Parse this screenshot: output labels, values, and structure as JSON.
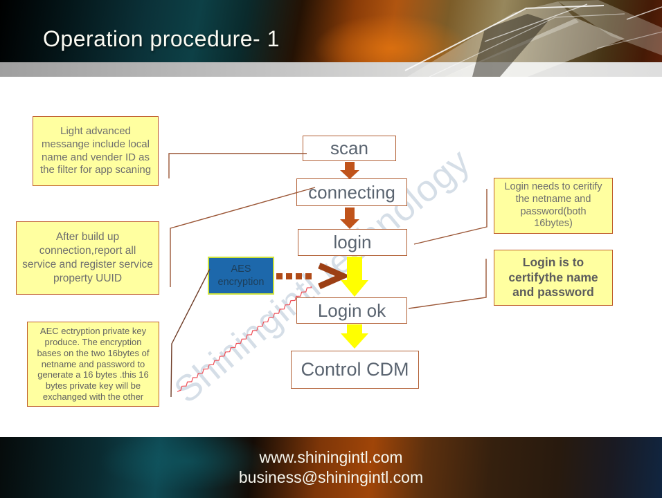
{
  "slide": {
    "title": "Operation procedure- 1",
    "watermark": "Shiningintl technology",
    "footer": {
      "website": "www.shiningintl.com",
      "email": "business@shiningintl.com"
    }
  },
  "flowchart": {
    "nodes": [
      {
        "id": "scan",
        "label": "scan"
      },
      {
        "id": "connecting",
        "label": "connecting"
      },
      {
        "id": "login",
        "label": "login"
      },
      {
        "id": "login_ok",
        "label": "Login ok"
      },
      {
        "id": "control_cdm",
        "label": "Control CDM"
      }
    ],
    "aes_box": {
      "label": "AES encryption"
    }
  },
  "callouts": {
    "left": [
      {
        "text": "Light advanced messange include local name and vender ID as the filter for app scaning"
      },
      {
        "text": "After build up connection,report  all service and register service property UUID"
      },
      {
        "text": "AEC ectryption private  key produce. The  encryption bases on the two  16bytes of netname  and  password to generate  a 16 bytes .this 16 bytes private  key will be exchanged with the other"
      }
    ],
    "right": [
      {
        "text": "Login needs to ceritify the netname and password(both 16bytes)"
      },
      {
        "text": "Login is to certifythe name and password"
      }
    ]
  },
  "colors": {
    "node_border": "#b05c30",
    "node_text": "#5a6470",
    "callout_fill": "#ffffa0",
    "callout_border": "#bf5b28",
    "aes_fill": "#1d68ab",
    "aes_border": "#cde23c",
    "arrow_orange": "#c0531a",
    "arrow_yellow": "#ffff00",
    "dashed_arrow": "#b04a18",
    "chevron": "#9c3f14",
    "zigzag": "#ee4d55",
    "connector": "#9a5535"
  }
}
